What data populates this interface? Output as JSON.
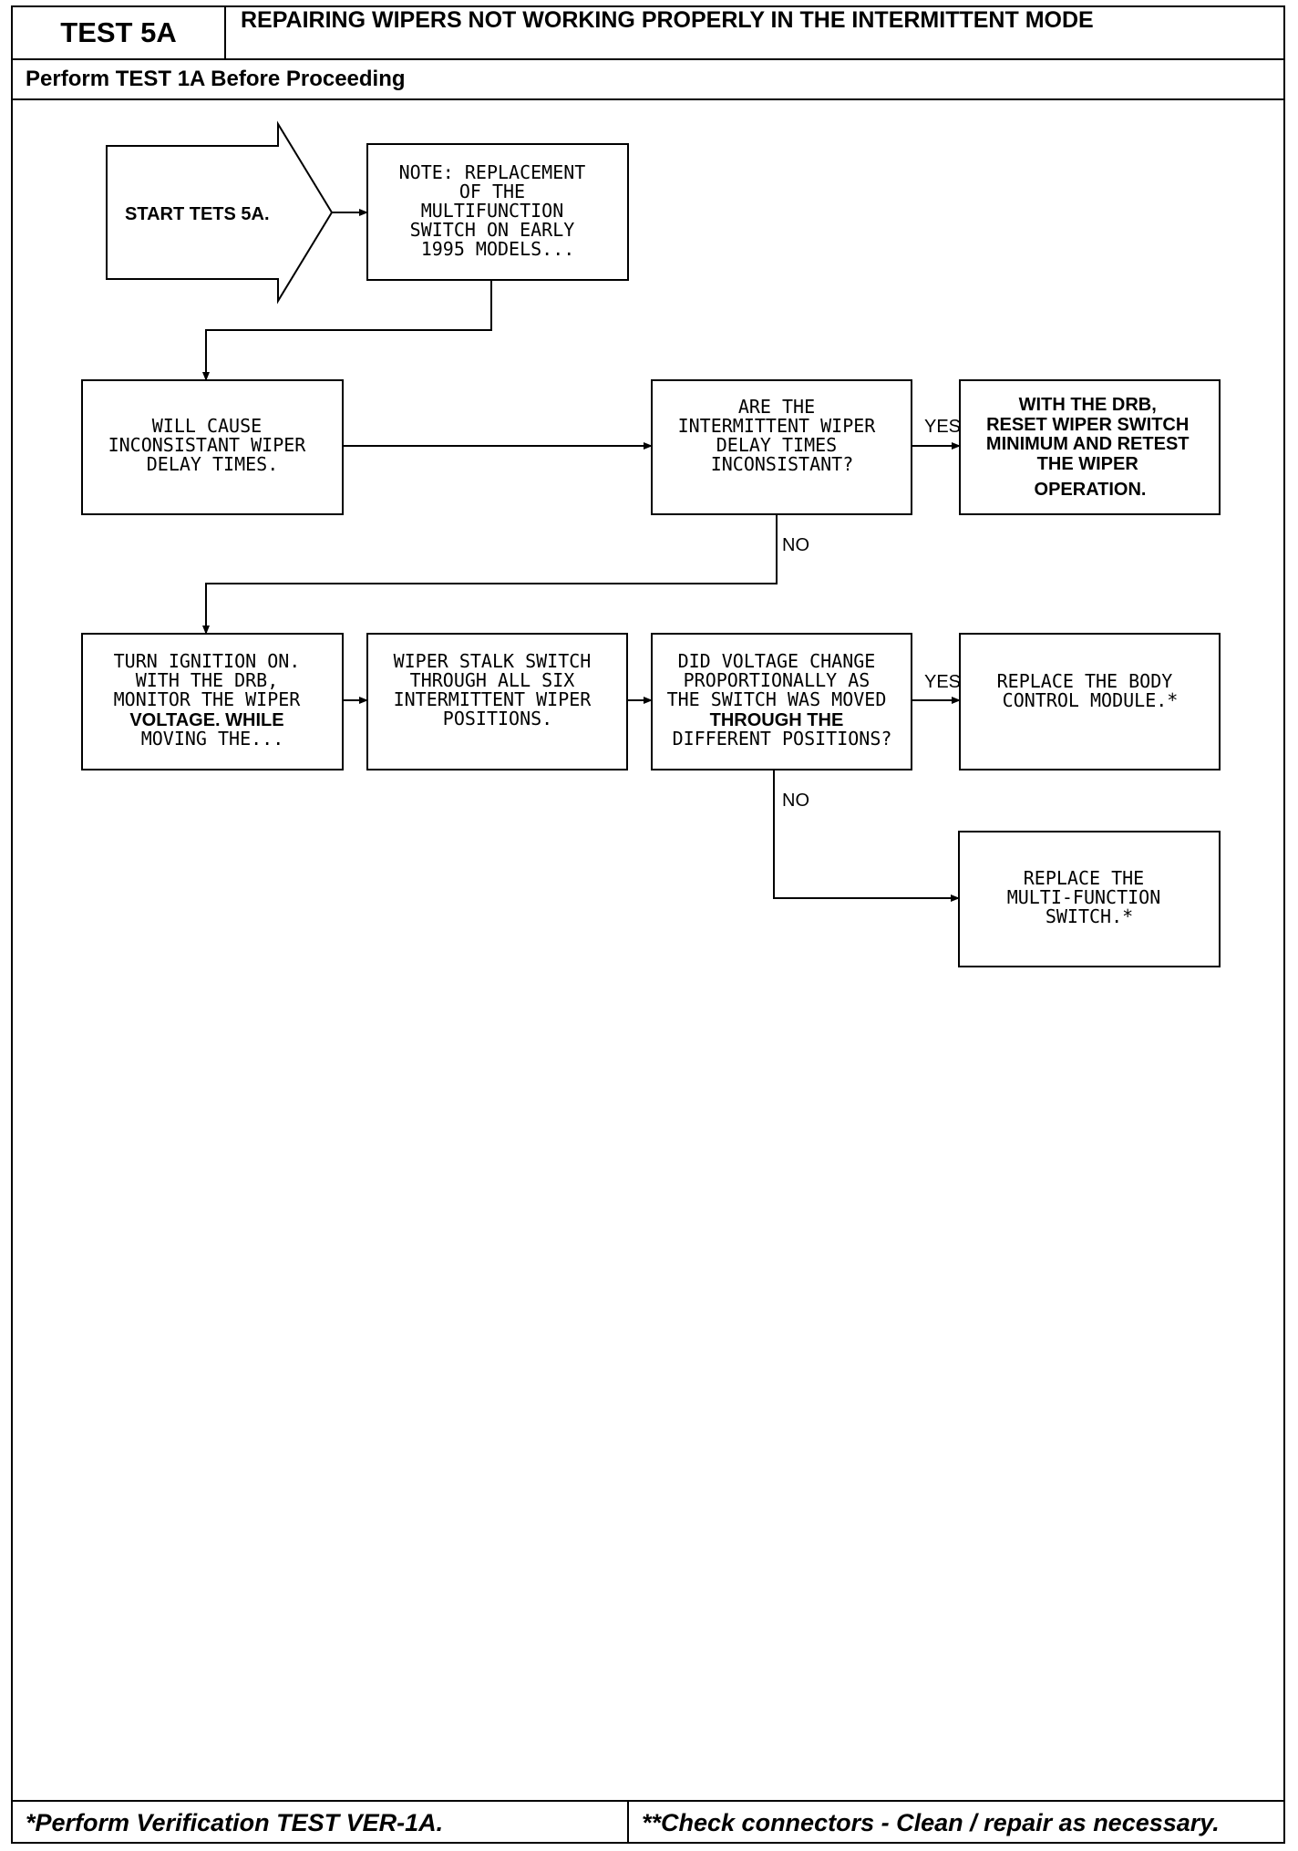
{
  "header": {
    "test_id": "TEST 5A",
    "title": "REPAIRING WIPERS NOT WORKING PROPERLY IN THE INTERMITTENT MODE",
    "prerequisite": "Perform TEST 1A Before Proceeding"
  },
  "flow": {
    "start": "START TETS 5A.",
    "note": [
      "NOTE: REPLACEMENT",
      "OF THE",
      "MULTIFUNCTION",
      "SWITCH ON EARLY",
      "1995 MODELS..."
    ],
    "cause": [
      "WILL CAUSE",
      "INCONSISTANT WIPER",
      "DELAY TIMES."
    ],
    "question1": [
      "ARE THE",
      "INTERMITTENT WIPER",
      "DELAY TIMES",
      "INCONSISTANT?"
    ],
    "action_reset": [
      "WITH THE DRB,",
      "RESET WIPER SWITCH",
      "MINIMUM AND RETEST",
      "THE WIPER",
      "OPERATION."
    ],
    "turn_ignition": [
      "TURN IGNITION ON.",
      "WITH THE DRB,",
      "MONITOR THE WIPER",
      "VOLTAGE. WHILE",
      "MOVING THE..."
    ],
    "stalk": [
      "WIPER STALK SWITCH",
      "THROUGH ALL SIX",
      "INTERMITTENT WIPER",
      "POSITIONS."
    ],
    "question2": [
      "DID VOLTAGE CHANGE",
      "PROPORTIONALLY AS",
      "THE SWITCH WAS MOVED",
      "THROUGH THE",
      "DIFFERENT POSITIONS?"
    ],
    "replace_bcm": [
      "REPLACE THE BODY",
      "CONTROL MODULE.*"
    ],
    "replace_mfs": [
      "REPLACE THE",
      "MULTI-FUNCTION",
      "SWITCH.*"
    ],
    "yes_label": "YES",
    "no_label": "NO"
  },
  "footer": {
    "left": "*Perform Verification TEST VER-1A.",
    "right": "**Check connectors - Clean / repair as necessary."
  }
}
